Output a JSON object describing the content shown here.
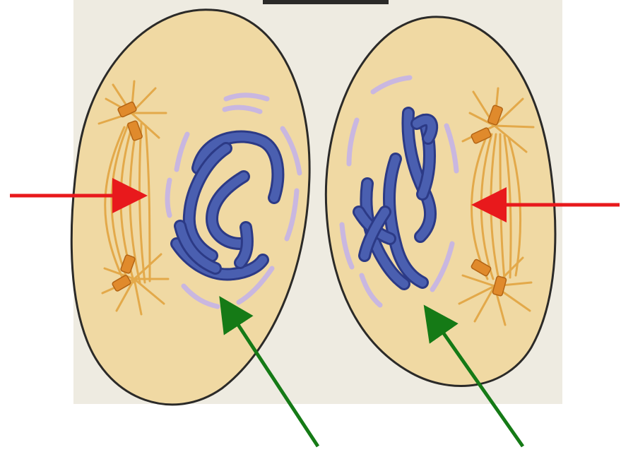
{
  "figure": {
    "cells": [
      {
        "name": "left-cell"
      },
      {
        "name": "right-cell"
      }
    ],
    "arrows": [
      {
        "name": "red-arrow-left",
        "color": "#e8191c",
        "points_to": "spindle"
      },
      {
        "name": "red-arrow-right",
        "color": "#e8191c",
        "points_to": "spindle"
      },
      {
        "name": "green-arrow-left",
        "color": "#157a16",
        "points_to": "nuclear-envelope"
      },
      {
        "name": "green-arrow-right",
        "color": "#157a16",
        "points_to": "nuclear-envelope"
      }
    ],
    "colors": {
      "background_panel": "#eeebe1",
      "cytoplasm": "#f0d9a3",
      "cell_outline": "#2b2a28",
      "chromosome": "#4a5fb0",
      "chromosome_dark": "#2c3a86",
      "nuclear_envelope": "#c9b7e0",
      "spindle": "#e3a94a",
      "centriole": "#e08a2c"
    }
  }
}
